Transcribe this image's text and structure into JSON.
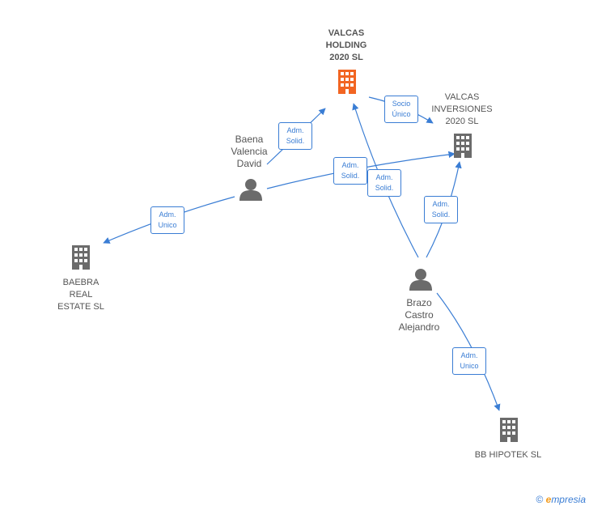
{
  "colors": {
    "edge": "#3a7dd4",
    "building_main": "#f26522",
    "building": "#6b6b6b",
    "person": "#6b6b6b"
  },
  "nodes": {
    "valcas_holding": {
      "lines": [
        "VALCAS",
        "HOLDING",
        "2020  SL"
      ]
    },
    "valcas_inversiones": {
      "lines": [
        "VALCAS",
        "INVERSIONES",
        "2020  SL"
      ]
    },
    "baena": {
      "lines": [
        "Baena",
        "Valencia",
        "David"
      ]
    },
    "baebra": {
      "lines": [
        "BAEBRA",
        "REAL",
        "ESTATE  SL"
      ]
    },
    "brazo": {
      "lines": [
        "Brazo",
        "Castro",
        "Alejandro"
      ]
    },
    "bb_hipotek": {
      "lines": [
        "BB HIPOTEK  SL"
      ]
    }
  },
  "edges": {
    "e1": {
      "lines": [
        "Adm.",
        "Solid."
      ]
    },
    "e2": {
      "lines": [
        "Socio",
        "Único"
      ]
    },
    "e3": {
      "lines": [
        "Adm.",
        "Solid."
      ]
    },
    "e4": {
      "lines": [
        "Adm.",
        "Solid."
      ]
    },
    "e5": {
      "lines": [
        "Adm.",
        "Unico"
      ]
    },
    "e6": {
      "lines": [
        "Adm.",
        "Solid."
      ]
    },
    "e7": {
      "lines": [
        "Adm.",
        "Unico"
      ]
    }
  },
  "footer": {
    "copyright": "©",
    "brand_e": "e",
    "brand_rest": "mpresia"
  }
}
